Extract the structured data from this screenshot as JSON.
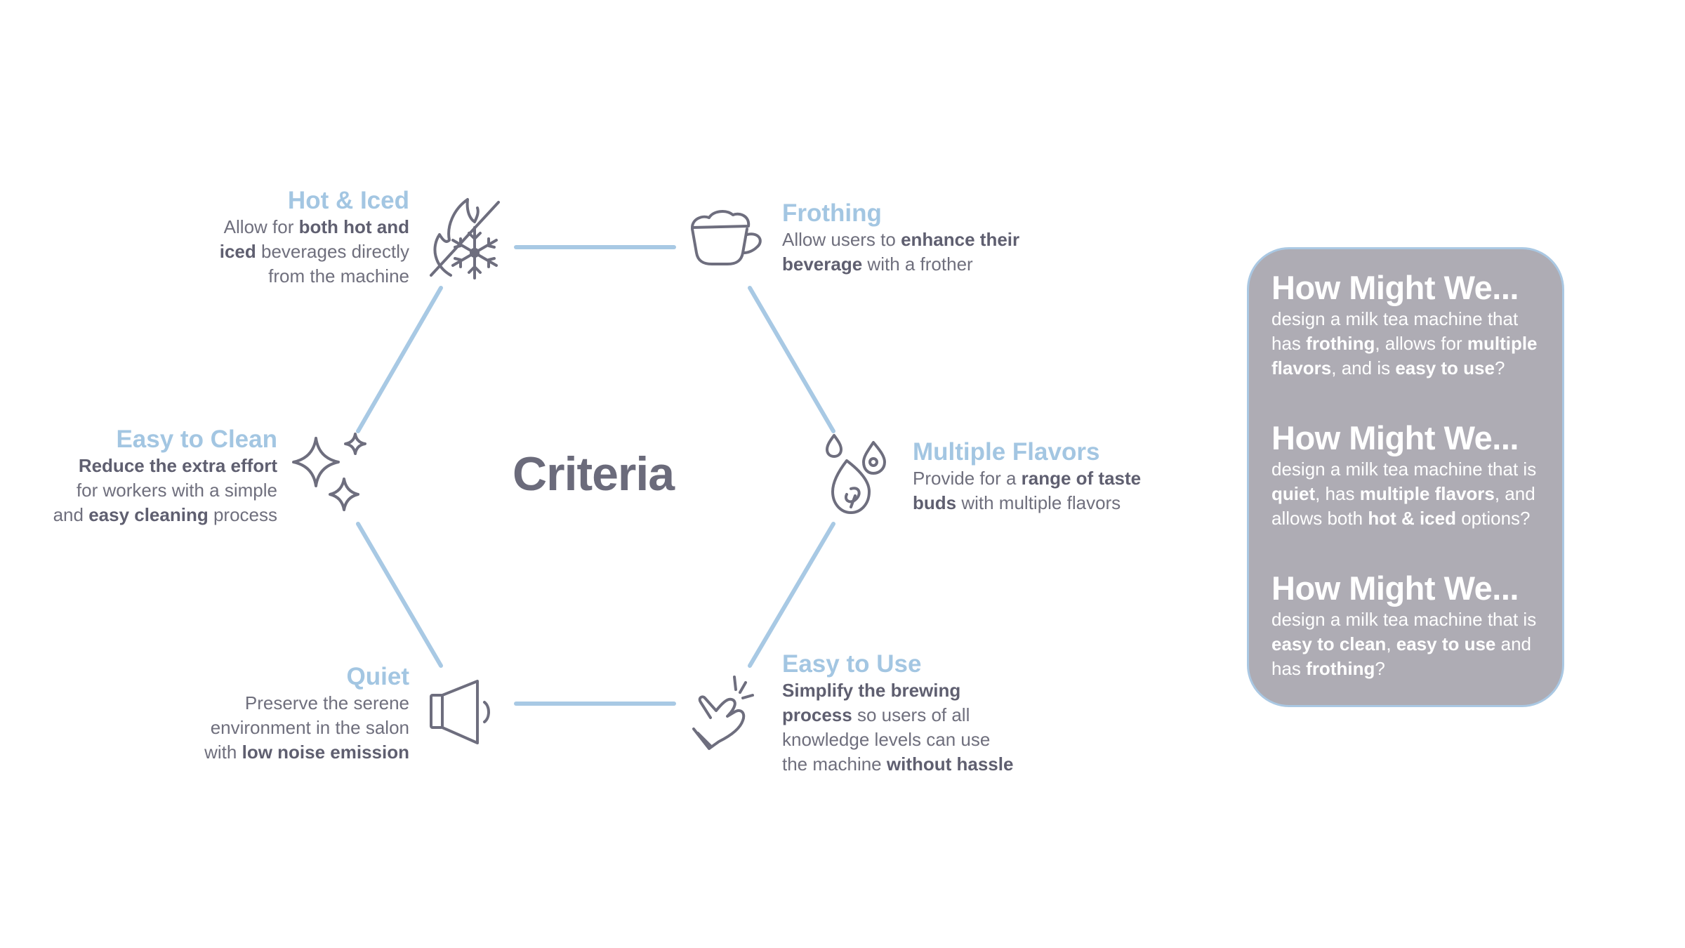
{
  "center": {
    "title": "Criteria"
  },
  "criteria": {
    "hot_iced": {
      "title": "Hot & Iced",
      "desc": [
        {
          "t": "Allow for ",
          "b": false
        },
        {
          "t": "both hot and",
          "b": true
        },
        {
          "t": "\n",
          "b": false
        },
        {
          "t": "iced",
          "b": true
        },
        {
          "t": " beverages directly",
          "b": false
        },
        {
          "t": "\n",
          "b": false
        },
        {
          "t": "from the machine",
          "b": false
        }
      ],
      "icon": "fire-snowflake-icon"
    },
    "frothing": {
      "title": "Frothing",
      "desc": [
        {
          "t": "Allow users to ",
          "b": false
        },
        {
          "t": "enhance their",
          "b": true
        },
        {
          "t": "\n",
          "b": false
        },
        {
          "t": "beverage",
          "b": true
        },
        {
          "t": " with a frother",
          "b": false
        }
      ],
      "icon": "coffee-cup-icon"
    },
    "easy_clean": {
      "title": "Easy to Clean",
      "desc": [
        {
          "t": "Reduce the extra effort",
          "b": true
        },
        {
          "t": "\n",
          "b": false
        },
        {
          "t": "for workers with a simple",
          "b": false
        },
        {
          "t": "\n",
          "b": false
        },
        {
          "t": "and ",
          "b": false
        },
        {
          "t": "easy cleaning",
          "b": true
        },
        {
          "t": " process",
          "b": false
        }
      ],
      "icon": "sparkles-icon"
    },
    "flavors": {
      "title": "Multiple Flavors",
      "desc": [
        {
          "t": "Provide for a ",
          "b": false
        },
        {
          "t": "range of taste",
          "b": true
        },
        {
          "t": "\n",
          "b": false
        },
        {
          "t": "buds",
          "b": true
        },
        {
          "t": " with multiple flavors",
          "b": false
        }
      ],
      "icon": "flavor-drops-icon"
    },
    "quiet": {
      "title": "Quiet",
      "desc": [
        {
          "t": "Preserve the serene",
          "b": false
        },
        {
          "t": "\n",
          "b": false
        },
        {
          "t": "environment in the salon",
          "b": false
        },
        {
          "t": "\n",
          "b": false
        },
        {
          "t": "with ",
          "b": false
        },
        {
          "t": "low noise emission",
          "b": true
        }
      ],
      "icon": "speaker-icon"
    },
    "easy_use": {
      "title": "Easy to Use",
      "desc": [
        {
          "t": "Simplify the brewing",
          "b": true
        },
        {
          "t": "\n",
          "b": false
        },
        {
          "t": "process",
          "b": true
        },
        {
          "t": " so users of all",
          "b": false
        },
        {
          "t": "\n",
          "b": false
        },
        {
          "t": "knowledge levels can use",
          "b": false
        },
        {
          "t": "\n",
          "b": false
        },
        {
          "t": "the machine ",
          "b": false
        },
        {
          "t": "without hassle",
          "b": true
        }
      ],
      "icon": "finger-snap-icon"
    }
  },
  "hmw": [
    {
      "heading": "How Might We...",
      "text": [
        {
          "t": "design a milk tea machine that",
          "b": false
        },
        {
          "t": "\n",
          "b": false
        },
        {
          "t": "has ",
          "b": false
        },
        {
          "t": "frothing",
          "b": true
        },
        {
          "t": ", allows for ",
          "b": false
        },
        {
          "t": "multiple",
          "b": true
        },
        {
          "t": "\n",
          "b": false
        },
        {
          "t": "flavors",
          "b": true
        },
        {
          "t": ", and is ",
          "b": false
        },
        {
          "t": "easy to use",
          "b": true
        },
        {
          "t": "?",
          "b": false
        }
      ]
    },
    {
      "heading": "How Might We...",
      "text": [
        {
          "t": "design a milk tea machine that is",
          "b": false
        },
        {
          "t": "\n",
          "b": false
        },
        {
          "t": "quiet",
          "b": true
        },
        {
          "t": ", has ",
          "b": false
        },
        {
          "t": "multiple flavors",
          "b": true
        },
        {
          "t": ", and",
          "b": false
        },
        {
          "t": "\n",
          "b": false
        },
        {
          "t": "allows both ",
          "b": false
        },
        {
          "t": "hot & iced",
          "b": true
        },
        {
          "t": " options?",
          "b": false
        }
      ]
    },
    {
      "heading": "How Might We...",
      "text": [
        {
          "t": "design a milk tea machine that is",
          "b": false
        },
        {
          "t": "\n",
          "b": false
        },
        {
          "t": "easy to clean",
          "b": true
        },
        {
          "t": ", ",
          "b": false
        },
        {
          "t": "easy to use",
          "b": true
        },
        {
          "t": " and",
          "b": false
        },
        {
          "t": "\n",
          "b": false
        },
        {
          "t": "has ",
          "b": false
        },
        {
          "t": "frothing",
          "b": true
        },
        {
          "t": "?",
          "b": false
        }
      ]
    }
  ],
  "colors": {
    "accent_blue": "#a3c6e2",
    "text_gray": "#6f6f7d",
    "panel_gray": "#aeacb4"
  }
}
